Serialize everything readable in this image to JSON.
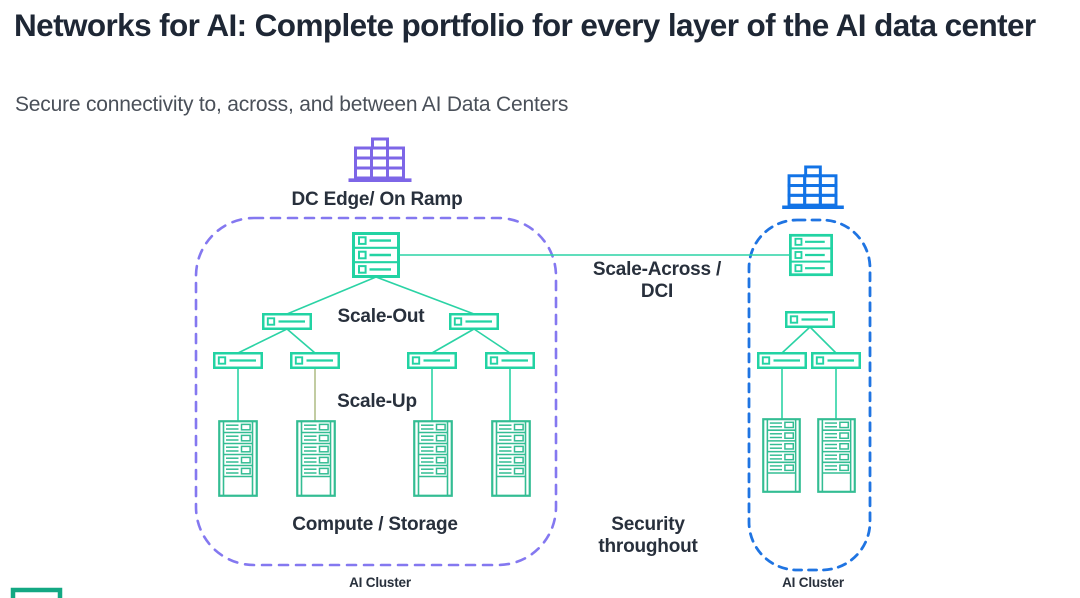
{
  "header": {
    "title": "Networks for AI: Complete portfolio for every layer of the AI data center",
    "subtitle": "Secure connectivity to, across, and between AI Data Centers"
  },
  "diagram": {
    "labels": {
      "dc_edge": "DC Edge/ On Ramp",
      "scale_out": "Scale-Out",
      "scale_up": "Scale-Up",
      "scale_across_line1": "Scale-Across /",
      "scale_across_line2": "DCI",
      "compute_storage": "Compute / Storage",
      "security_line1": "Security",
      "security_line2": "throughout",
      "ai_cluster_left": "AI Cluster",
      "ai_cluster_right": "AI Cluster"
    },
    "icons": {
      "dc_edge_building": "building-icon",
      "remote_dc_building": "building-icon",
      "core_switch": "switch-3u-icon",
      "fabric_switch": "switch-1u-icon",
      "server_rack": "server-rack-icon",
      "hpe_logo": "hpe-logo-partial-rectangle"
    }
  },
  "colors": {
    "title_dark": "#1e2735",
    "subtitle_gray": "#4a5059",
    "label_dark": "#28303c",
    "switch_green": "#22d3a3",
    "rack_green": "#33bd93",
    "line_green": "#2bd3a5",
    "olive_line": "#b3bf8a",
    "purple_border": "#8478f0",
    "blue_border": "#1f74e2",
    "purple_building": "#7d66e7",
    "blue_building": "#1273e6",
    "logo_green": "#13a883"
  }
}
